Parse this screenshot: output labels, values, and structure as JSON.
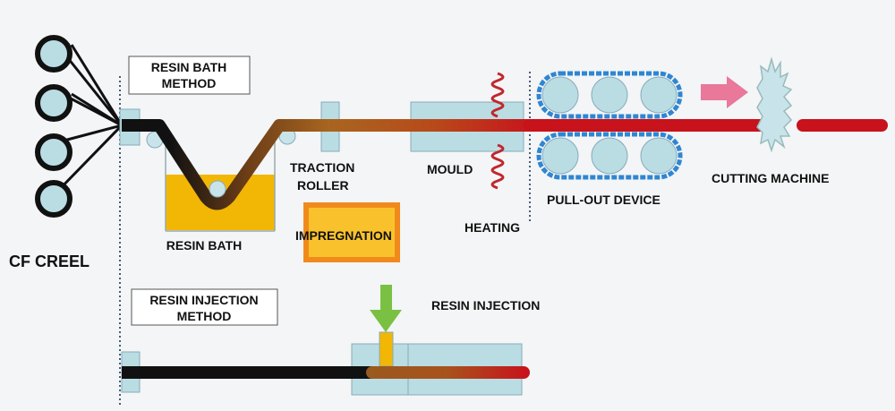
{
  "title": "Pultrusion process: resin bath method vs resin injection method",
  "labels": {
    "resin_bath_method": [
      "RESIN BATH",
      "METHOD"
    ],
    "resin_injection_method": [
      "RESIN INJECTION",
      "METHOD"
    ],
    "cf_creel": "CF CREEL",
    "resin_bath": "RESIN BATH",
    "traction_roller": [
      "TRACTION",
      "ROLLER"
    ],
    "impregnation": "IMPREGNATION",
    "mould": "MOULD",
    "heating": "HEATING",
    "pull_out_device": "PULL-OUT DEVICE",
    "cutting_machine": "CUTTING MACHINE",
    "resin_injection": "RESIN INJECTION"
  },
  "colors": {
    "background": "#f3f5f6",
    "fiber_dry": "#111111",
    "fiber_wet": "#9a5a1e",
    "fiber_cured": "#c8121c",
    "roller_fill": "#b9dde3",
    "resin": "#f2b705",
    "impregnation_border": "#f08a1c",
    "impregnation_fill": "#f9c22d",
    "pull_belt": "#2f86d2",
    "arrow_pink": "#e9789a",
    "arrow_green": "#7ac143",
    "heating_coil": "#c0272d"
  }
}
